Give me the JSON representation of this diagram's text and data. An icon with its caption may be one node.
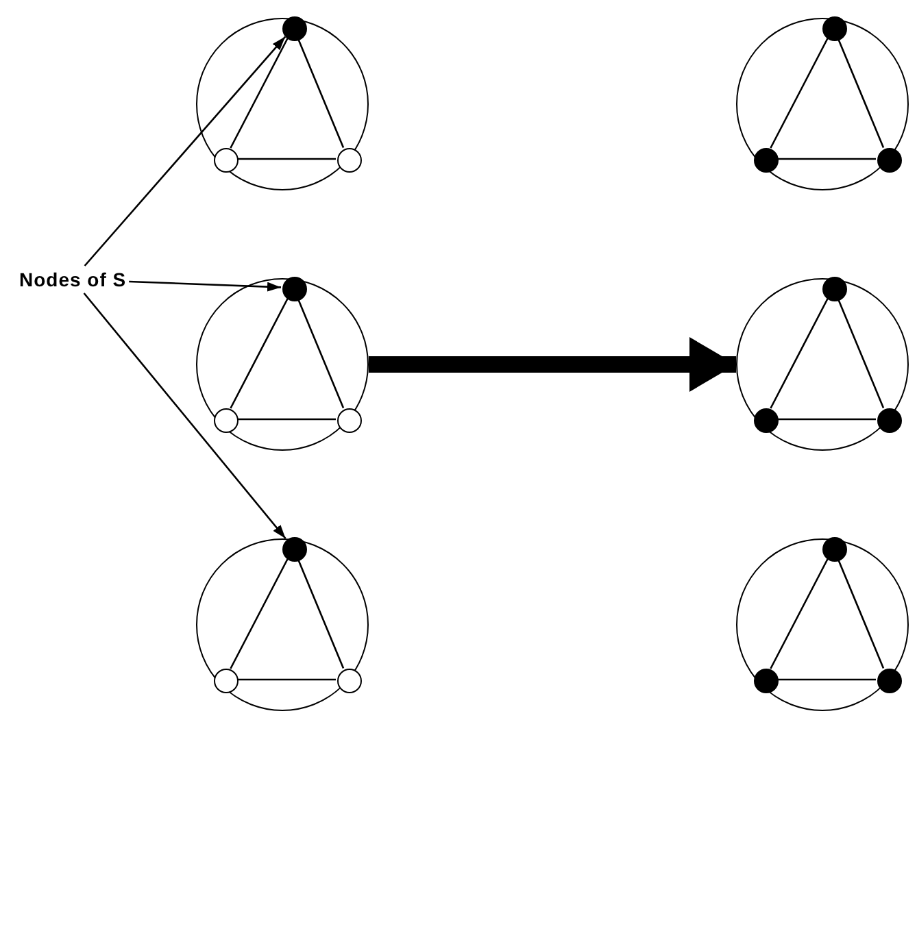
{
  "diagram": {
    "nodes": [
      {
        "text": [],
        "shape": "circle"
      },
      {
        "text": [],
        "shape": "circle",
        "in": 0
      },
      {
        "text": [],
        "shape": "circle",
        "in": 0
      },
      {
        "text": [],
        "shape": "circle",
        "in": 0
      },
      {
        "text": [],
        "shape": "circle"
      },
      {
        "text": [],
        "shape": "circle",
        "in": 4
      },
      {
        "text": [],
        "shape": "circle",
        "in": 4
      },
      {
        "text": [],
        "shape": "circle",
        "in": 4
      },
      {
        "text": [
          "Nodes of S"
        ]
      },
      {
        "text": [],
        "shape": "circle"
      },
      {
        "text": [],
        "shape": "circle",
        "in": 9
      },
      {
        "text": [],
        "shape": "circle",
        "in": 9
      },
      {
        "text": [],
        "shape": "circle",
        "in": 9
      },
      {
        "text": [],
        "shape": "circle"
      },
      {
        "text": [],
        "shape": "circle",
        "in": 13
      },
      {
        "text": [],
        "shape": "circle",
        "in": 13
      },
      {
        "text": [],
        "shape": "circle",
        "in": 13
      },
      {
        "text": [],
        "shape": "circle"
      },
      {
        "text": [],
        "shape": "circle",
        "in": 17
      },
      {
        "text": [],
        "shape": "circle",
        "in": 17
      },
      {
        "text": [],
        "shape": "circle",
        "in": 17
      },
      {
        "text": [],
        "shape": "circle"
      },
      {
        "text": [],
        "shape": "circle",
        "in": 21
      },
      {
        "text": [],
        "shape": "circle",
        "in": 21
      },
      {
        "text": [],
        "shape": "circle",
        "in": 21
      }
    ],
    "edges": [
      {
        "from": 1,
        "to": 2,
        "arrow": "none"
      },
      {
        "from": 1,
        "to": 3,
        "arrow": "none"
      },
      {
        "from": 2,
        "to": 3,
        "arrow": "none"
      },
      {
        "from": 5,
        "to": 6,
        "arrow": "none"
      },
      {
        "from": 5,
        "to": 7,
        "arrow": "none"
      },
      {
        "from": 6,
        "to": 7,
        "arrow": "none"
      },
      {
        "from": 8,
        "to": 1,
        "arrow": "to"
      },
      {
        "from": 8,
        "to": 10,
        "arrow": "to"
      },
      {
        "from": 8,
        "to": 18,
        "arrow": "to"
      },
      {
        "from": 10,
        "to": 11,
        "arrow": "none"
      },
      {
        "from": 10,
        "to": 12,
        "arrow": "none"
      },
      {
        "from": 11,
        "to": 12,
        "arrow": "none"
      },
      {
        "from": 9,
        "to": 13,
        "arrow": "to",
        "style": "thick"
      },
      {
        "from": 14,
        "to": 15,
        "arrow": "none"
      },
      {
        "from": 14,
        "to": 16,
        "arrow": "none"
      },
      {
        "from": 15,
        "to": 16,
        "arrow": "none"
      },
      {
        "from": 18,
        "to": 19,
        "arrow": "none"
      },
      {
        "from": 18,
        "to": 20,
        "arrow": "none"
      },
      {
        "from": 19,
        "to": 20,
        "arrow": "none"
      },
      {
        "from": 22,
        "to": 23,
        "arrow": "none"
      },
      {
        "from": 22,
        "to": 24,
        "arrow": "none"
      },
      {
        "from": 23,
        "to": 24,
        "arrow": "none"
      }
    ]
  }
}
